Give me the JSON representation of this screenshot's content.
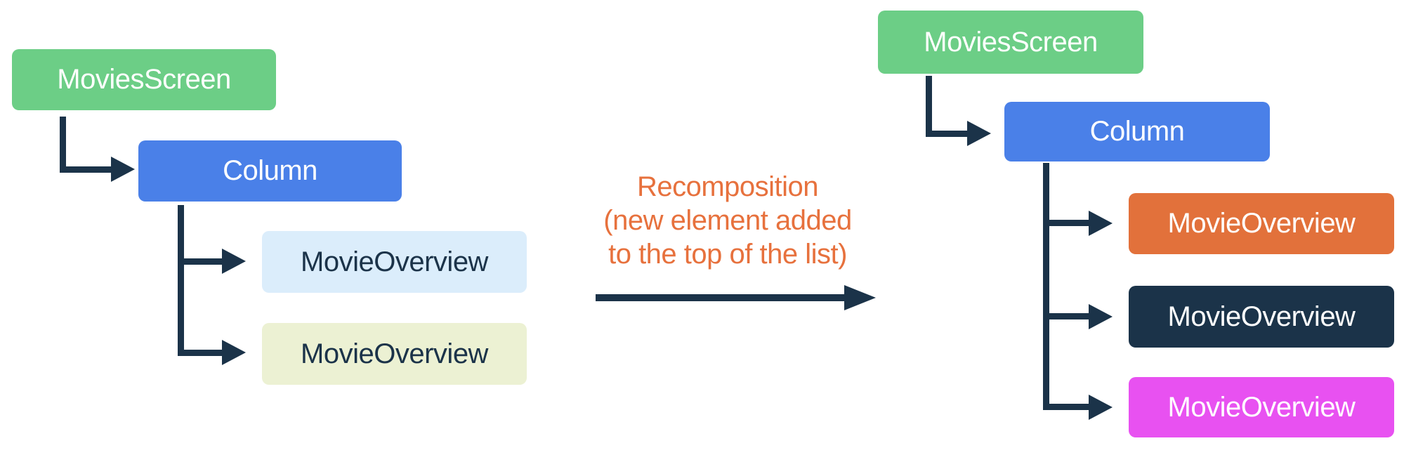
{
  "diagram": {
    "background_color": "#FFFFFF",
    "connector_color": "#1B3349",
    "before_tree": {
      "root": {
        "label": "MoviesScreen",
        "bg": "#6CCE86",
        "fg": "#FFFFFF"
      },
      "container": {
        "label": "Column",
        "bg": "#4A80E8",
        "fg": "#FFFFFF"
      },
      "children": [
        {
          "label": "MovieOverview",
          "bg": "#DBEDFB",
          "fg": "#1B3349"
        },
        {
          "label": "MovieOverview",
          "bg": "#ECF1D3",
          "fg": "#1B3349"
        }
      ]
    },
    "annotation": {
      "color": "#E7713D",
      "line1": "Recomposition",
      "line2": "(new element added",
      "line3": "to the top of the list)"
    },
    "after_tree": {
      "root": {
        "label": "MoviesScreen",
        "bg": "#6CCE86",
        "fg": "#FFFFFF"
      },
      "container": {
        "label": "Column",
        "bg": "#4A80E8",
        "fg": "#FFFFFF"
      },
      "children": [
        {
          "label": "MovieOverview",
          "bg": "#E2713B",
          "fg": "#FFFFFF"
        },
        {
          "label": "MovieOverview",
          "bg": "#1B3349",
          "fg": "#FFFFFF"
        },
        {
          "label": "MovieOverview",
          "bg": "#E851F1",
          "fg": "#FFFFFF"
        }
      ]
    }
  }
}
